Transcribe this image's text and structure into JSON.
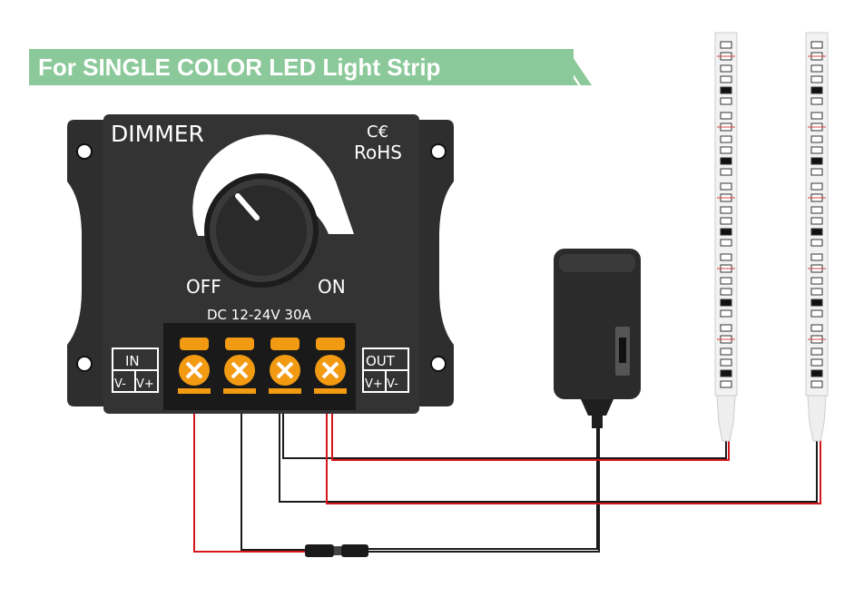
{
  "banner": {
    "title": "For SINGLE COLOR LED Light Strip",
    "stripe_color": "#8cc99a"
  },
  "dimmer": {
    "name": "DIMMER",
    "ce_mark": "C€",
    "rohs": "RoHS",
    "off_label": "OFF",
    "on_label": "ON",
    "rating": "DC 12-24V 30A",
    "in_box": {
      "title": "IN",
      "left": "V-",
      "right": "V+"
    },
    "out_box": {
      "title": "OUT",
      "left": "V+",
      "right": "V-"
    },
    "body_color": "#2e2e2e",
    "terminal_color": "#f29a12"
  },
  "wires": {
    "positive_color": "#d4161c",
    "negative_color": "#1a1a1a"
  },
  "components": [
    "dimmer-controller",
    "power-adapter",
    "led-strip",
    "led-strip",
    "dc-connector"
  ]
}
